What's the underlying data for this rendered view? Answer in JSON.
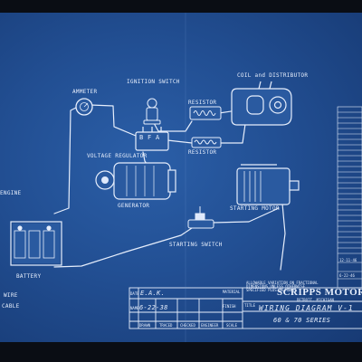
{
  "components": {
    "ammeter": "AMMETER",
    "ignition_switch": "IGNITION SWITCH",
    "coil_distributor": "COIL and DISTRIBUTOR",
    "resistor_top": "RESISTOR",
    "resistor_bottom": "RESISTOR",
    "voltage_regulator": "VOLTAGE REGULATOR",
    "regulator_terminals": "B F A",
    "generator": "GENERATOR",
    "engine": "ENGINE",
    "starting_motor": "STARTING MOTOR",
    "starting_switch": "STARTING SWITCH",
    "battery": "BATTERY",
    "wire_label": "WIRE",
    "cable_label": "CABLE"
  },
  "title_block": {
    "company": "SCRIPPS MOTOR C",
    "location": "DETROIT, MICHIGAN",
    "drawing_title": "WIRING DIAGRAM   V-1",
    "series": "60 & 70 SERIES",
    "initials": "E.A.K.",
    "date": "6-22-38",
    "material_header": "MATERIAL",
    "finish_header": "FINISH",
    "title_header": "TITLE",
    "note_text": "ALLOWABLE VARIATION ON FRACTIONAL DIMENSIONS UNLESS OTHERWISE SPECIFIED PLUS OR MINUS",
    "column_headers": [
      "DRAWN",
      "TRACED",
      "CHECKED",
      "ENGINEER",
      "SCALE"
    ],
    "row_labels": [
      "DATE",
      "NAME"
    ]
  },
  "revisions": [
    "12-11-46",
    "6-22-46"
  ]
}
